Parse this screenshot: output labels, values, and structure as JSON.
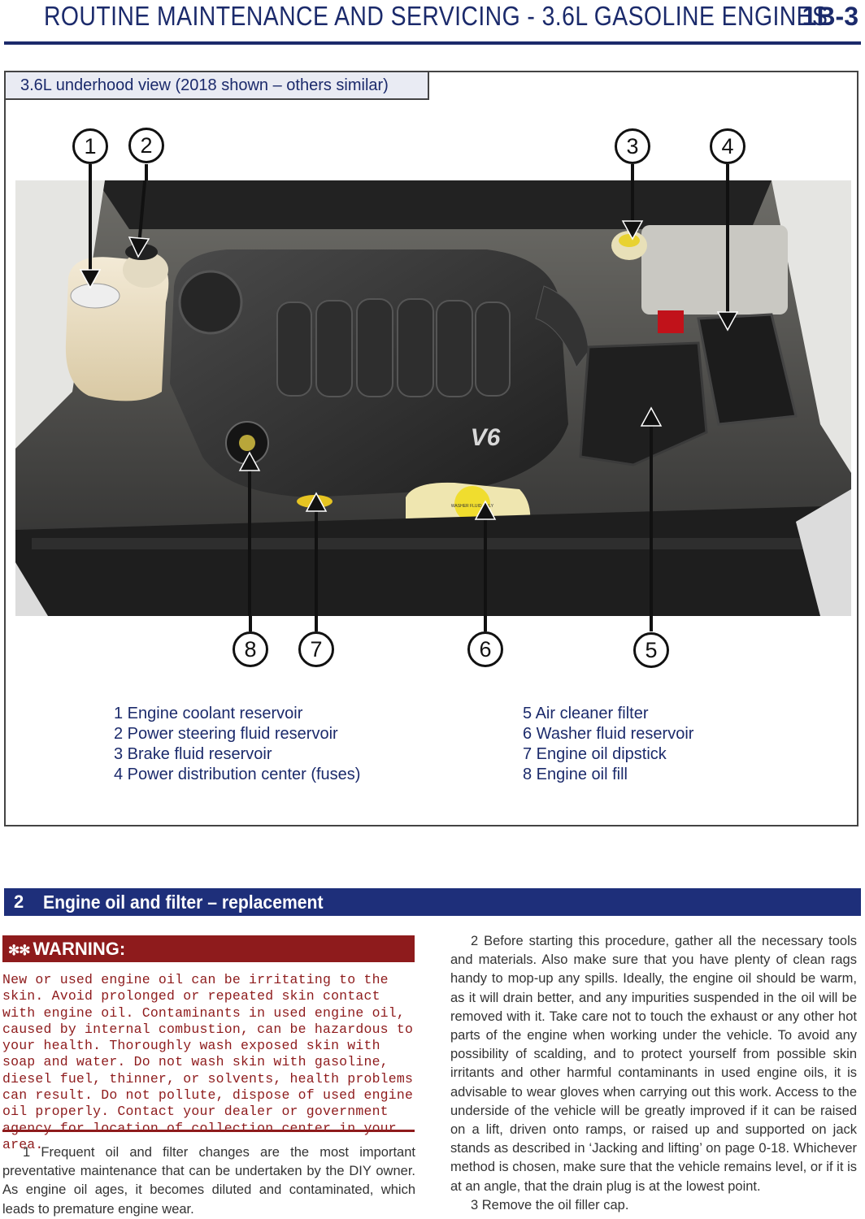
{
  "header": {
    "title": "ROUTINE MAINTENANCE AND SERVICING - 3.6L GASOLINE ENGINES",
    "page": "1B-3"
  },
  "figure": {
    "caption": "3.6L underhood view (2018 shown – others similar)",
    "engine_badge": "V6",
    "washer_cap_text": "WASHER FLUID ONLY",
    "callouts": [
      "1",
      "2",
      "3",
      "4",
      "5",
      "6",
      "7",
      "8"
    ],
    "legend_left": [
      "1 Engine coolant reservoir",
      "2 Power steering fluid reservoir",
      "3 Brake fluid reservoir",
      "4 Power distribution center (fuses)"
    ],
    "legend_right": [
      "5 Air cleaner filter",
      "6 Washer fluid reservoir",
      "7 Engine oil dipstick",
      "8 Engine oil fill"
    ]
  },
  "section": {
    "number": "2",
    "title": "Engine oil and filter – replacement"
  },
  "warning": {
    "symbol": "✻✻",
    "heading": "WARNING:",
    "text": "New or used engine oil can be irritating to the skin. Avoid prolonged or repeated skin contact with engine oil. Contaminants in used engine oil, caused by internal combustion, can be hazardous to your health. Thoroughly wash exposed skin with soap and water. Do not wash skin with gasoline, diesel fuel, thinner, or solvents, health problems can result. Do not pollute, dispose of used engine oil properly. Contact your dealer or government agency for location of collection center in your area."
  },
  "paragraphs": {
    "p1": "1 Frequent oil and filter changes are the most important preventative maintenance that can be undertaken by the DIY owner. As engine oil ages, it becomes diluted and contaminated, which leads to premature engine wear.",
    "p2": "2 Before starting this procedure, gather all the necessary tools and materials. Also make sure that you have plenty of clean rags handy to mop-up any spills. Ideally, the engine oil should be warm, as it will drain better, and any impurities suspended in the oil will be removed with it. Take care not to touch the exhaust or any other hot parts of the engine when working under the vehicle. To avoid any possibility of scalding, and to protect yourself from possible skin irritants and other harmful contaminants in used engine oils, it is advisable to wear gloves when carrying out this work. Access to the underside of the vehicle will be greatly improved if it can be raised on a lift, driven onto ramps, or raised up and supported on jack stands as described in ‘Jacking and lifting’ on page 0-18. Whichever method is chosen, make sure that the vehicle remains level, or if it is at an angle, that the drain plug is at the lowest point.",
    "p3": "3 Remove the oil filler cap."
  }
}
